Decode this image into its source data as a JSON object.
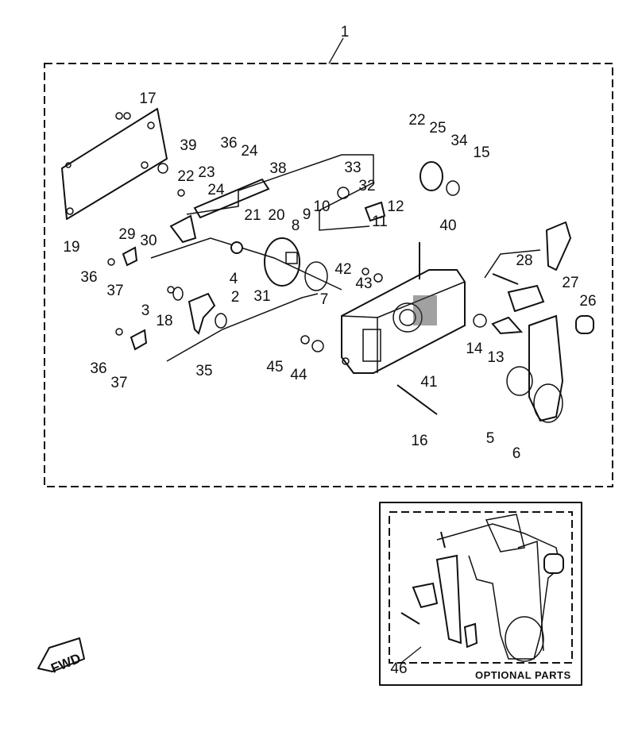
{
  "diagram": {
    "assembly_number": "1",
    "callouts": [
      "17",
      "39",
      "36",
      "24",
      "38",
      "22",
      "23",
      "24",
      "33",
      "32",
      "22",
      "25",
      "34",
      "15",
      "19",
      "29",
      "30",
      "21",
      "20",
      "8",
      "10",
      "9",
      "12",
      "11",
      "40",
      "36",
      "37",
      "4",
      "31",
      "7",
      "42",
      "43",
      "28",
      "27",
      "26",
      "3",
      "18",
      "2",
      "35",
      "36",
      "37",
      "45",
      "44",
      "41",
      "14",
      "13",
      "16",
      "5",
      "6"
    ],
    "optional_box": {
      "label": "OPTIONAL PARTS",
      "callout": "46"
    },
    "fwd_label": "FWD"
  }
}
